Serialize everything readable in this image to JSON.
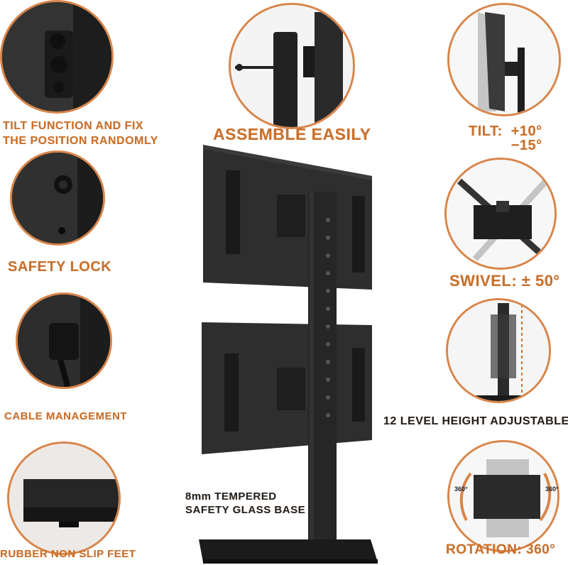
{
  "features_left": [
    {
      "label_line1": "TILT FUNCTION AND FIX",
      "label_line2": "THE POSITION RANDOMLY"
    },
    {
      "label": "SAFETY LOCK"
    },
    {
      "label": "CABLE MANAGEMENT"
    },
    {
      "label": "RUBBER NON SLIP FEET"
    }
  ],
  "features_top": {
    "label": "ASSEMBLE EASILY"
  },
  "features_right": [
    {
      "label": "TILT:",
      "value_top": "+10°",
      "value_bottom": "−15°"
    },
    {
      "label": "SWIVEL: ± 50°"
    },
    {
      "label": "12 LEVEL HEIGHT ADJUSTABLE"
    },
    {
      "label": "ROTATION: 360°",
      "arc_left": "360°",
      "arc_right": "360°"
    }
  ],
  "base_callout": {
    "line1": "8mm TEMPERED",
    "line2": "SAFETY GLASS BASE"
  },
  "colors": {
    "accent": "#d9854a",
    "label": "#c9712e",
    "product": "#2a2a2a"
  }
}
